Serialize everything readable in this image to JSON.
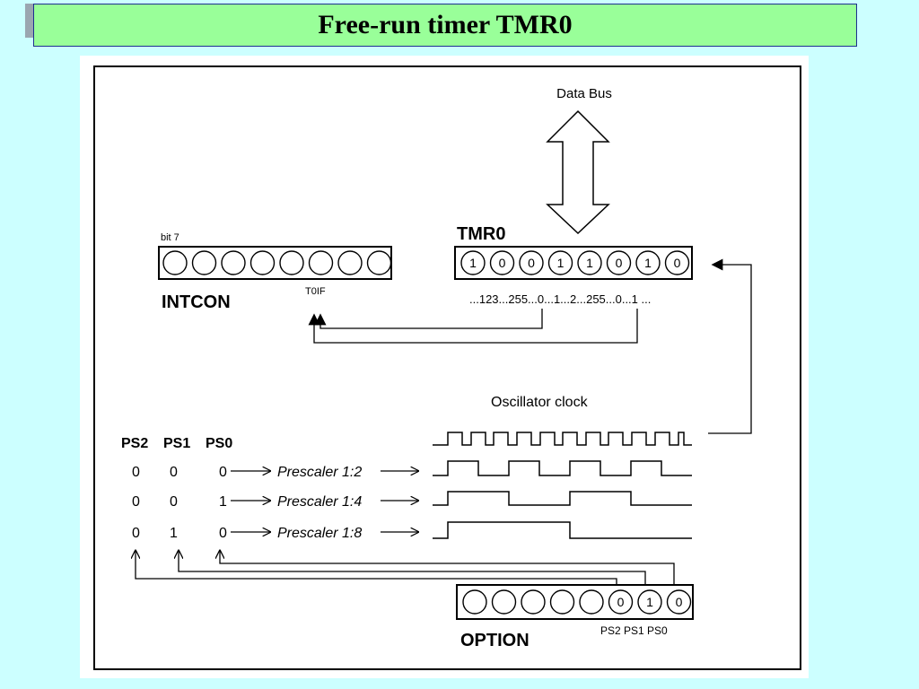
{
  "title": "Free-run timer TMR0",
  "diagram": {
    "data_bus": "Data Bus",
    "bit7": "bit 7",
    "intcon": "INTCON",
    "t0if": "T0IF",
    "tmr0": "TMR0",
    "tmr0_bits": [
      "1",
      "0",
      "0",
      "1",
      "1",
      "0",
      "1",
      "0"
    ],
    "count_seq": "...123...255...0...1...2...255...0...1 ...",
    "osc_clock": "Oscillator clock",
    "col_headers": [
      "PS2",
      "PS1",
      "PS0"
    ],
    "rows": [
      {
        "ps2": "0",
        "ps1": "0",
        "ps0": "0",
        "label": "Prescaler 1:2"
      },
      {
        "ps2": "0",
        "ps1": "0",
        "ps0": "1",
        "label": "Prescaler 1:4"
      },
      {
        "ps2": "0",
        "ps1": "1",
        "ps0": "0",
        "label": "Prescaler 1:8"
      }
    ],
    "option": "OPTION",
    "option_bits": [
      "",
      "",
      "",
      "",
      "",
      "0",
      "1",
      "0"
    ],
    "option_bit_labels": "PS2 PS1 PS0"
  }
}
